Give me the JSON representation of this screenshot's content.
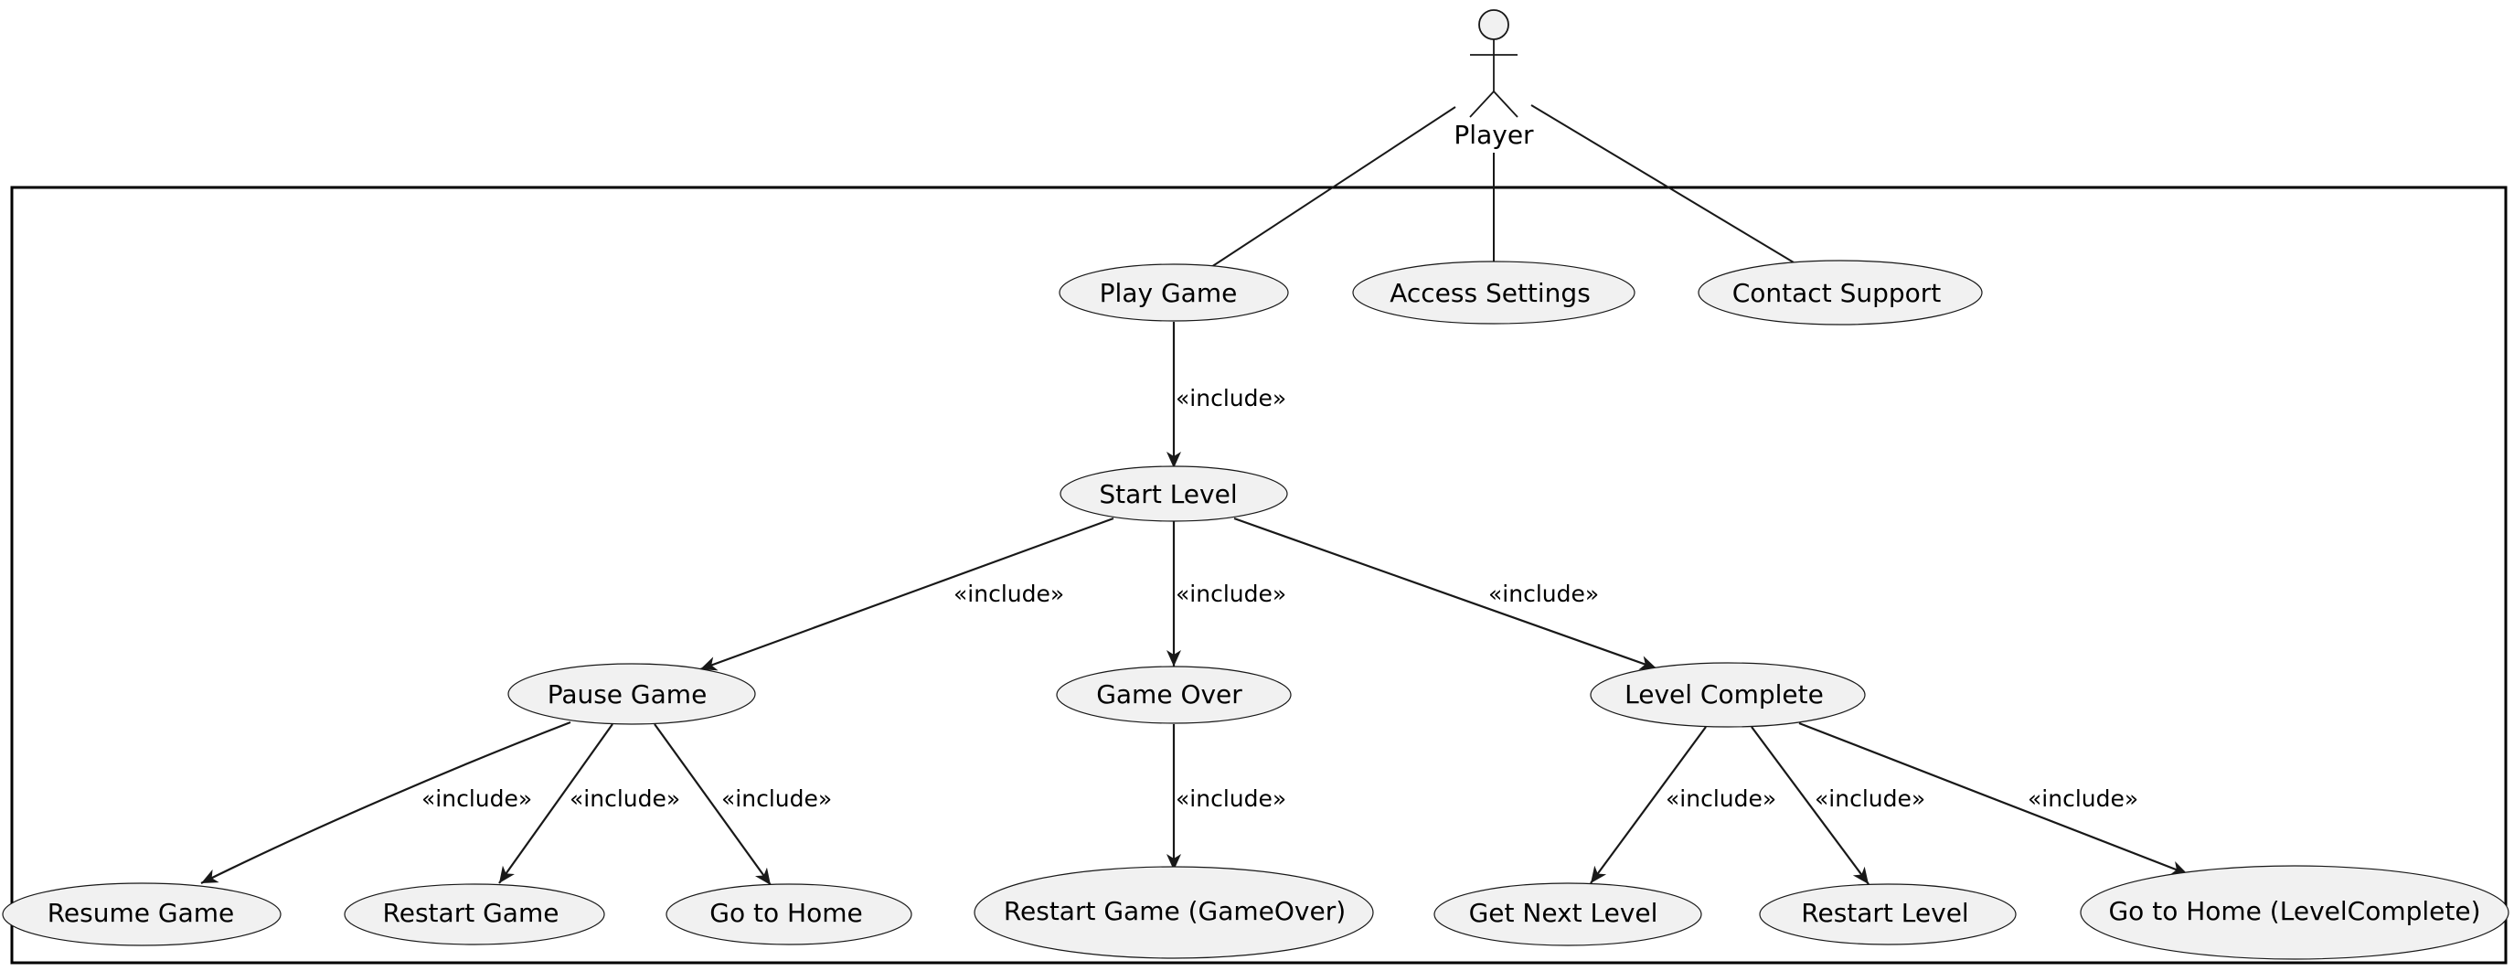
{
  "actor": {
    "name": "Player"
  },
  "use_cases": {
    "play_game": "Play Game",
    "access_settings": "Access Settings",
    "contact_support": "Contact Support",
    "start_level": "Start Level",
    "pause_game": "Pause Game",
    "game_over": "Game Over",
    "level_complete": "Level Complete",
    "resume_game": "Resume Game",
    "restart_game": "Restart Game",
    "go_to_home": "Go to Home",
    "restart_game_gameover": "Restart Game (GameOver)",
    "get_next_level": "Get Next Level",
    "restart_level": "Restart Level",
    "go_to_home_levelcomplete": "Go to Home (LevelComplete)"
  },
  "stereotype": "«include»",
  "relations": [
    {
      "from": "play_game",
      "to": "start_level",
      "label": "«include»"
    },
    {
      "from": "start_level",
      "to": "pause_game",
      "label": "«include»"
    },
    {
      "from": "start_level",
      "to": "game_over",
      "label": "«include»"
    },
    {
      "from": "start_level",
      "to": "level_complete",
      "label": "«include»"
    },
    {
      "from": "pause_game",
      "to": "resume_game",
      "label": "«include»"
    },
    {
      "from": "pause_game",
      "to": "restart_game",
      "label": "«include»"
    },
    {
      "from": "pause_game",
      "to": "go_to_home",
      "label": "«include»"
    },
    {
      "from": "game_over",
      "to": "restart_game_gameover",
      "label": "«include»"
    },
    {
      "from": "level_complete",
      "to": "get_next_level",
      "label": "«include»"
    },
    {
      "from": "level_complete",
      "to": "restart_level",
      "label": "«include»"
    },
    {
      "from": "level_complete",
      "to": "go_to_home_levelcomplete",
      "label": "«include»"
    }
  ],
  "associations": [
    {
      "from": "actor",
      "to": "play_game"
    },
    {
      "from": "actor",
      "to": "access_settings"
    },
    {
      "from": "actor",
      "to": "contact_support"
    }
  ]
}
